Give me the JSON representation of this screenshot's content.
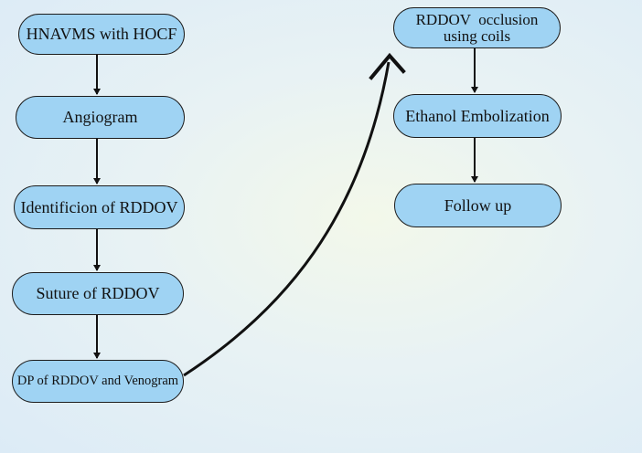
{
  "flowchart": {
    "nodes": [
      {
        "id": "n1",
        "label": "HNAVMS with HOCF"
      },
      {
        "id": "n2",
        "label": "Angiogram"
      },
      {
        "id": "n3",
        "label": "Identificion of RDDOV"
      },
      {
        "id": "n4",
        "label": "Suture of RDDOV"
      },
      {
        "id": "n5",
        "label": "DP of RDDOV and Venogram"
      },
      {
        "id": "n6",
        "label_line1": "RDDOV  occlusion",
        "label_line2": "using coils"
      },
      {
        "id": "n7",
        "label": "Ethanol Embolization"
      },
      {
        "id": "n8",
        "label": "Follow up"
      }
    ],
    "edges": [
      {
        "from": "n1",
        "to": "n2"
      },
      {
        "from": "n2",
        "to": "n3"
      },
      {
        "from": "n3",
        "to": "n4"
      },
      {
        "from": "n4",
        "to": "n5"
      },
      {
        "from": "n5",
        "to": "n6"
      },
      {
        "from": "n6",
        "to": "n7"
      },
      {
        "from": "n7",
        "to": "n8"
      }
    ],
    "colors": {
      "node_fill": "#9fd3f3",
      "node_border": "#1d1d1d",
      "arrow": "#111111"
    }
  }
}
